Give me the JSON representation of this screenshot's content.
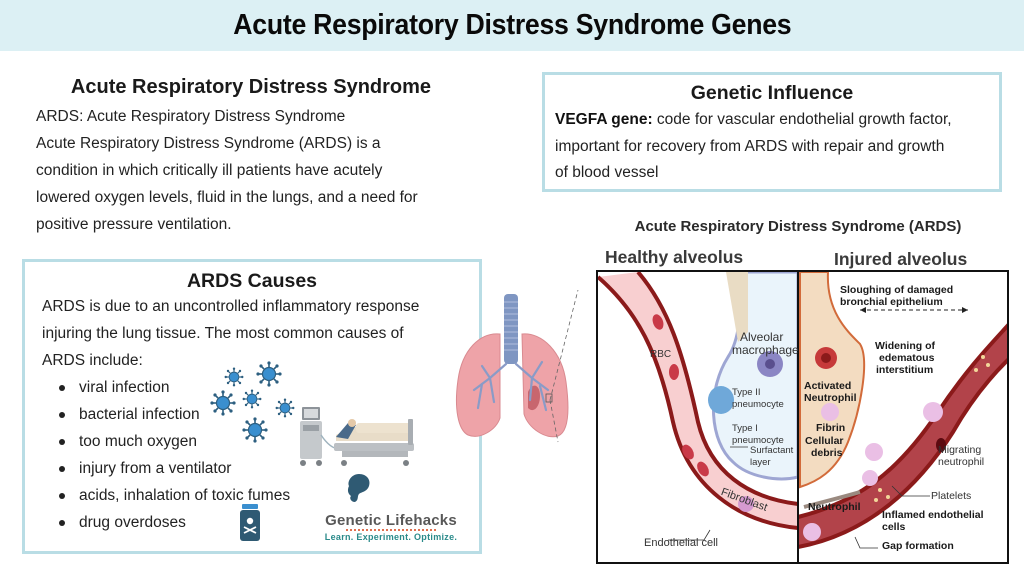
{
  "header": {
    "title": "Acute Respiratory Distress Syndrome Genes"
  },
  "ards_section": {
    "heading": "Acute Respiratory Distress Syndrome",
    "lines": [
      "ARDS: Acute Respiratory Distress Syndrome",
      "Acute Respiratory Distress Syndrome (ARDS) is a",
      "condition in which critically ill patients have acutely",
      "lowered oxygen levels, fluid in the lungs, and a need for",
      "positive pressure ventilation."
    ]
  },
  "causes_section": {
    "heading": "ARDS Causes",
    "intro_lines": [
      "ARDS is due to an uncontrolled inflammatory response",
      "injuring the lung tissue. The most common causes of",
      "ARDS include:"
    ],
    "items": [
      "viral infection",
      "bacterial infection",
      "too much oxygen",
      "injury from a ventilator",
      "acids, inhalation of toxic fumes",
      "drug overdoses"
    ]
  },
  "genetic_section": {
    "heading": "Genetic Influence",
    "gene_label": "VEGFA gene:",
    "description_lines": [
      " code for vascular endothelial growth factor,",
      "important for recovery from ARDS with repair and growth",
      "of blood vessel"
    ]
  },
  "diagram": {
    "title": "Acute Respiratory Distress Syndrome (ARDS)",
    "healthy_label": "Healthy alveolus",
    "injured_label": "Injured alveolus",
    "healthy_labels": {
      "rbc": "RBC",
      "alveolar_macrophage_1": "Alveolar",
      "alveolar_macrophage_2": "macrophage",
      "type2_1": "Type II",
      "type2_2": "pneumocyte",
      "type1_1": "Type I",
      "type1_2": "pneumocyte",
      "surfactant_1": "Surfactant",
      "surfactant_2": "layer",
      "fibroblast": "Fibroblast",
      "endothelial": "Endothelial cell"
    },
    "injured_labels": {
      "sloughing_1": "Sloughing of damaged",
      "sloughing_2": "bronchial epithelium",
      "widening_1": "Widening of",
      "widening_2": "edematous",
      "widening_3": "interstitium",
      "activated_1": "Activated",
      "activated_2": "Neutrophil",
      "fibrin": "Fibrin",
      "cellular_1": "Cellular",
      "cellular_2": "debris",
      "migrating_1": "Migrating",
      "migrating_2": "neutrophil",
      "platelets": "Platelets",
      "neutrophil": "Neutrophil",
      "inflamed_1": "Inflamed endothelial",
      "inflamed_2": "cells",
      "gap": "Gap formation"
    }
  },
  "branding": {
    "name": "Genetic Lifehacks",
    "tagline": "Learn. Experiment. Optimize."
  },
  "colors": {
    "title_bar_bg": "#dcf0f4",
    "box_border": "#b9dde5",
    "virus_blue": "#3a8fcf",
    "vessel_red": "#8b1a1a",
    "lung_pink": "#eea3a8",
    "brand_teal": "#2a8a8a"
  }
}
